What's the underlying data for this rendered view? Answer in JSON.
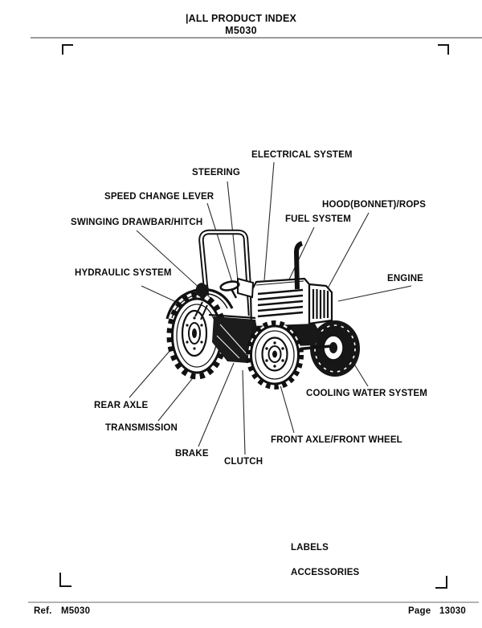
{
  "header": {
    "title": "|ALL PRODUCT INDEX",
    "model": "M5030"
  },
  "footer": {
    "ref_label": "Ref.",
    "ref_value": "M5030",
    "page_label": "Page",
    "page_value": "13030"
  },
  "labels": [
    {
      "id": "electrical-system",
      "text": "ELECTRICAL SYSTEM"
    },
    {
      "id": "steering",
      "text": "STEERING"
    },
    {
      "id": "speed-change-lever",
      "text": "SPEED CHANGE LEVER"
    },
    {
      "id": "hood-bonnet-rops",
      "text": "HOOD(BONNET)/ROPS"
    },
    {
      "id": "swinging-drawbar-hitch",
      "text": "SWINGING DRAWBAR/HITCH"
    },
    {
      "id": "fuel-system",
      "text": "FUEL SYSTEM"
    },
    {
      "id": "hydraulic-system",
      "text": "HYDRAULIC SYSTEM"
    },
    {
      "id": "engine",
      "text": "ENGINE"
    },
    {
      "id": "cooling-water-system",
      "text": "COOLING WATER SYSTEM"
    },
    {
      "id": "rear-axle",
      "text": "REAR AXLE"
    },
    {
      "id": "transmission",
      "text": "TRANSMISSION"
    },
    {
      "id": "front-axle-front-wheel",
      "text": "FRONT AXLE/FRONT WHEEL"
    },
    {
      "id": "brake",
      "text": "BRAKE"
    },
    {
      "id": "clutch",
      "text": "CLUTCH"
    },
    {
      "id": "labels",
      "text": "LABELS"
    },
    {
      "id": "accessories",
      "text": "ACCESSORIES"
    }
  ],
  "colors": {
    "ink": "#111111",
    "rule": "#9a9a9a",
    "paper": "#ffffff"
  }
}
